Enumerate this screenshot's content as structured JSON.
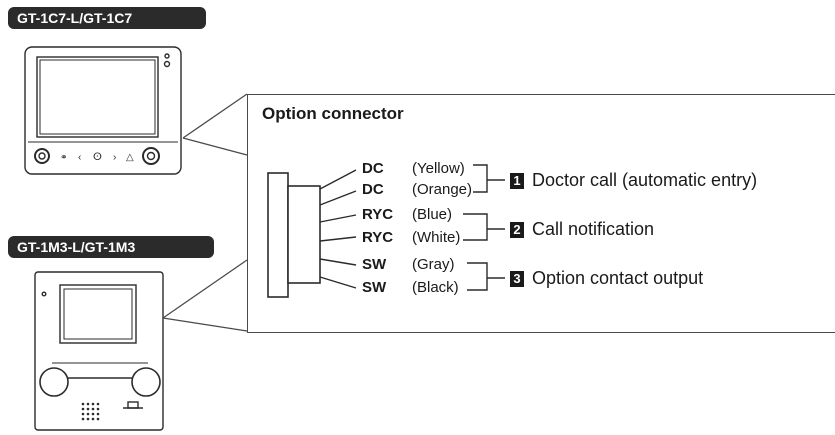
{
  "devices": [
    {
      "model": "GT-1C7-L/GT-1C7"
    },
    {
      "model": "GT-1M3-L/GT-1M3"
    }
  ],
  "option_connector": {
    "title": "Option connector",
    "wires": [
      {
        "code": "DC",
        "color": "(Yellow)"
      },
      {
        "code": "DC",
        "color": "(Orange)"
      },
      {
        "code": "RYC",
        "color": "(Blue)"
      },
      {
        "code": "RYC",
        "color": "(White)"
      },
      {
        "code": "SW",
        "color": "(Gray)"
      },
      {
        "code": "SW",
        "color": "(Black)"
      }
    ],
    "groups": [
      {
        "number": "1",
        "label": "Doctor call (automatic entry)"
      },
      {
        "number": "2",
        "label": "Call notification"
      },
      {
        "number": "3",
        "label": "Option contact output"
      }
    ]
  }
}
